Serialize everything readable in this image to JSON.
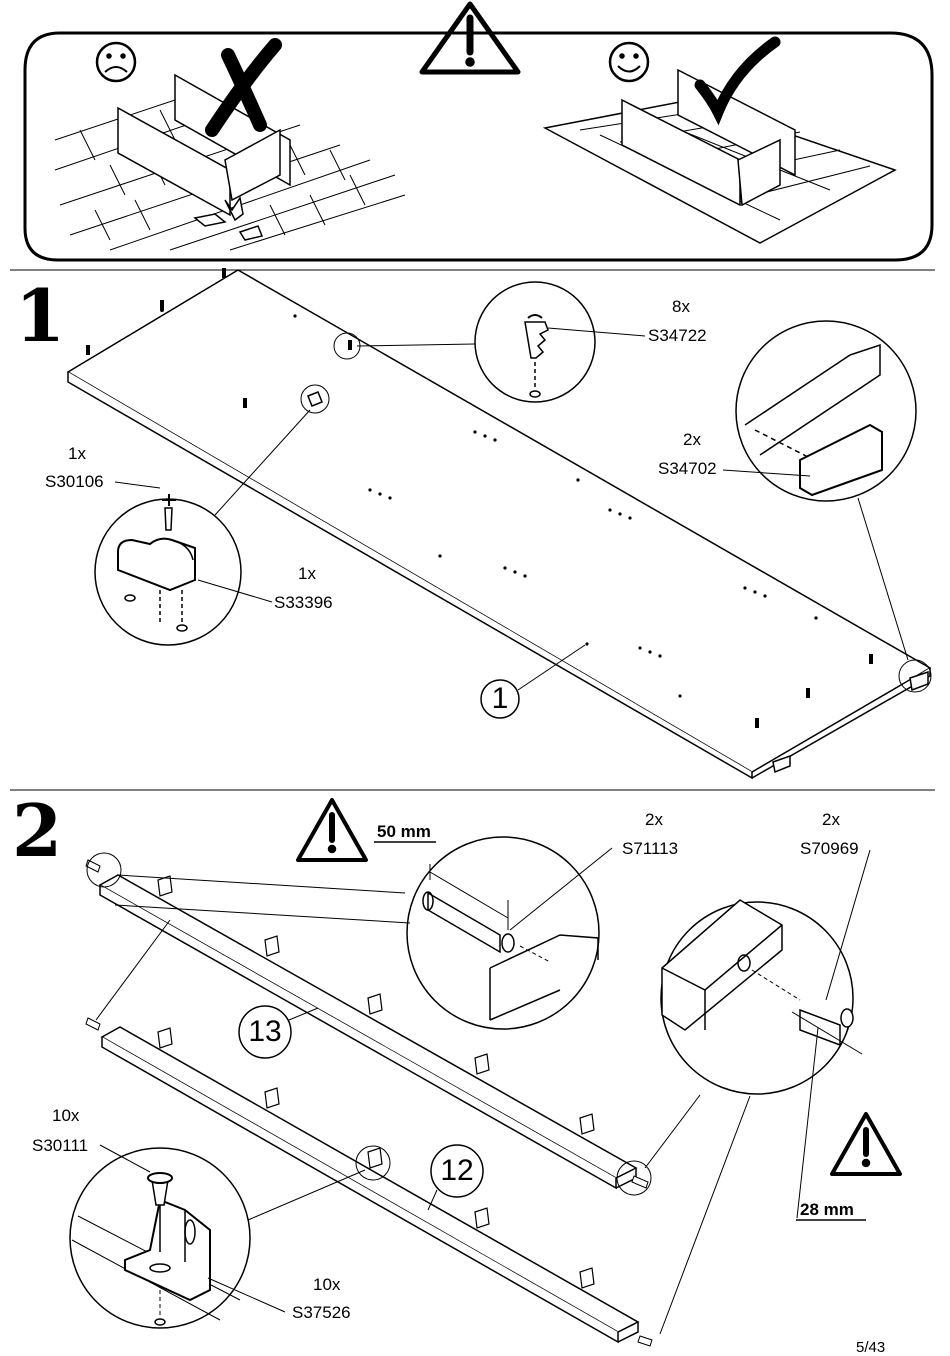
{
  "steps": [
    {
      "number": "1",
      "parts": {
        "panel": "1"
      },
      "hardware": [
        {
          "qty": "8x",
          "code": "S34722",
          "icon": "cam-bolt-icon"
        },
        {
          "qty": "2x",
          "code": "S34702",
          "icon": "glide-pad-icon"
        },
        {
          "qty": "1x",
          "code": "S30106",
          "icon": "screw-icon"
        },
        {
          "qty": "1x",
          "code": "S33396",
          "icon": "shelf-support-clip-icon"
        }
      ]
    },
    {
      "number": "2",
      "parts": {
        "rail_upper": "13",
        "rail_lower": "12"
      },
      "hardware": [
        {
          "qty": "2x",
          "code": "S71113",
          "icon": "dowel-icon"
        },
        {
          "qty": "2x",
          "code": "S70969",
          "icon": "dowel-icon"
        },
        {
          "qty": "10x",
          "code": "S30111",
          "icon": "screw-icon"
        },
        {
          "qty": "10x",
          "code": "S37526",
          "icon": "corner-bracket-icon"
        }
      ],
      "measurements": {
        "dowel_depth": "50 mm",
        "dowel_protrusion": "28 mm"
      }
    }
  ],
  "warning": {
    "icon": "warning-icon",
    "bad_icon": "sad-face-icon",
    "good_icon": "smiley-face-icon"
  },
  "footer": {
    "page": "5/43"
  }
}
